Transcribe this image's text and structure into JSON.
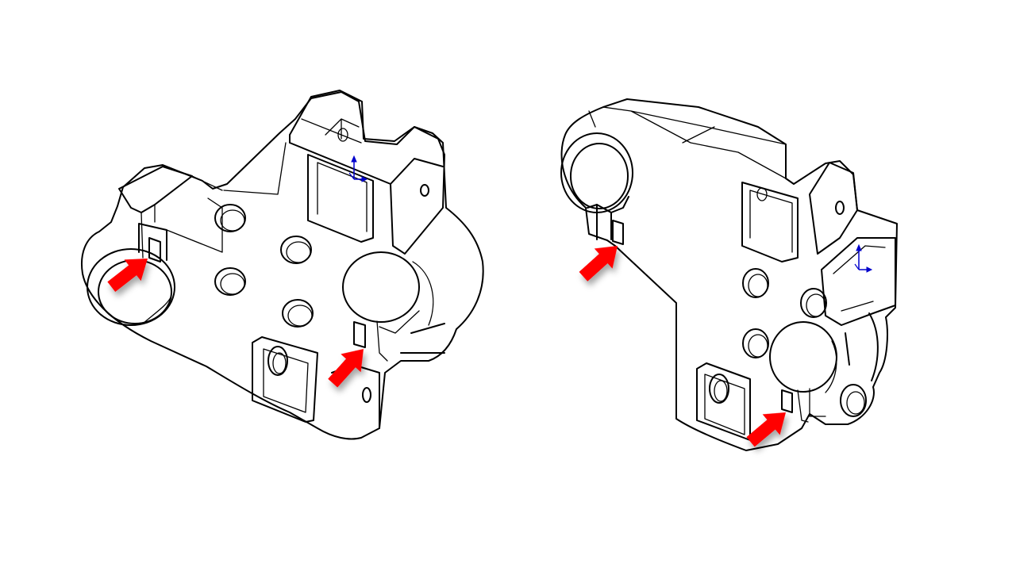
{
  "canvas": {
    "background": "#ffffff"
  },
  "drawing": {
    "line_color": "#000000"
  },
  "arrows": {
    "color": "#ff0000",
    "count": 4
  },
  "triad": {
    "color": "#0000cc",
    "icon": "coordinate-triad-icon"
  },
  "parts": [
    {
      "view": "left-isometric",
      "arrow_count": 2
    },
    {
      "view": "right-isometric",
      "arrow_count": 2
    }
  ]
}
